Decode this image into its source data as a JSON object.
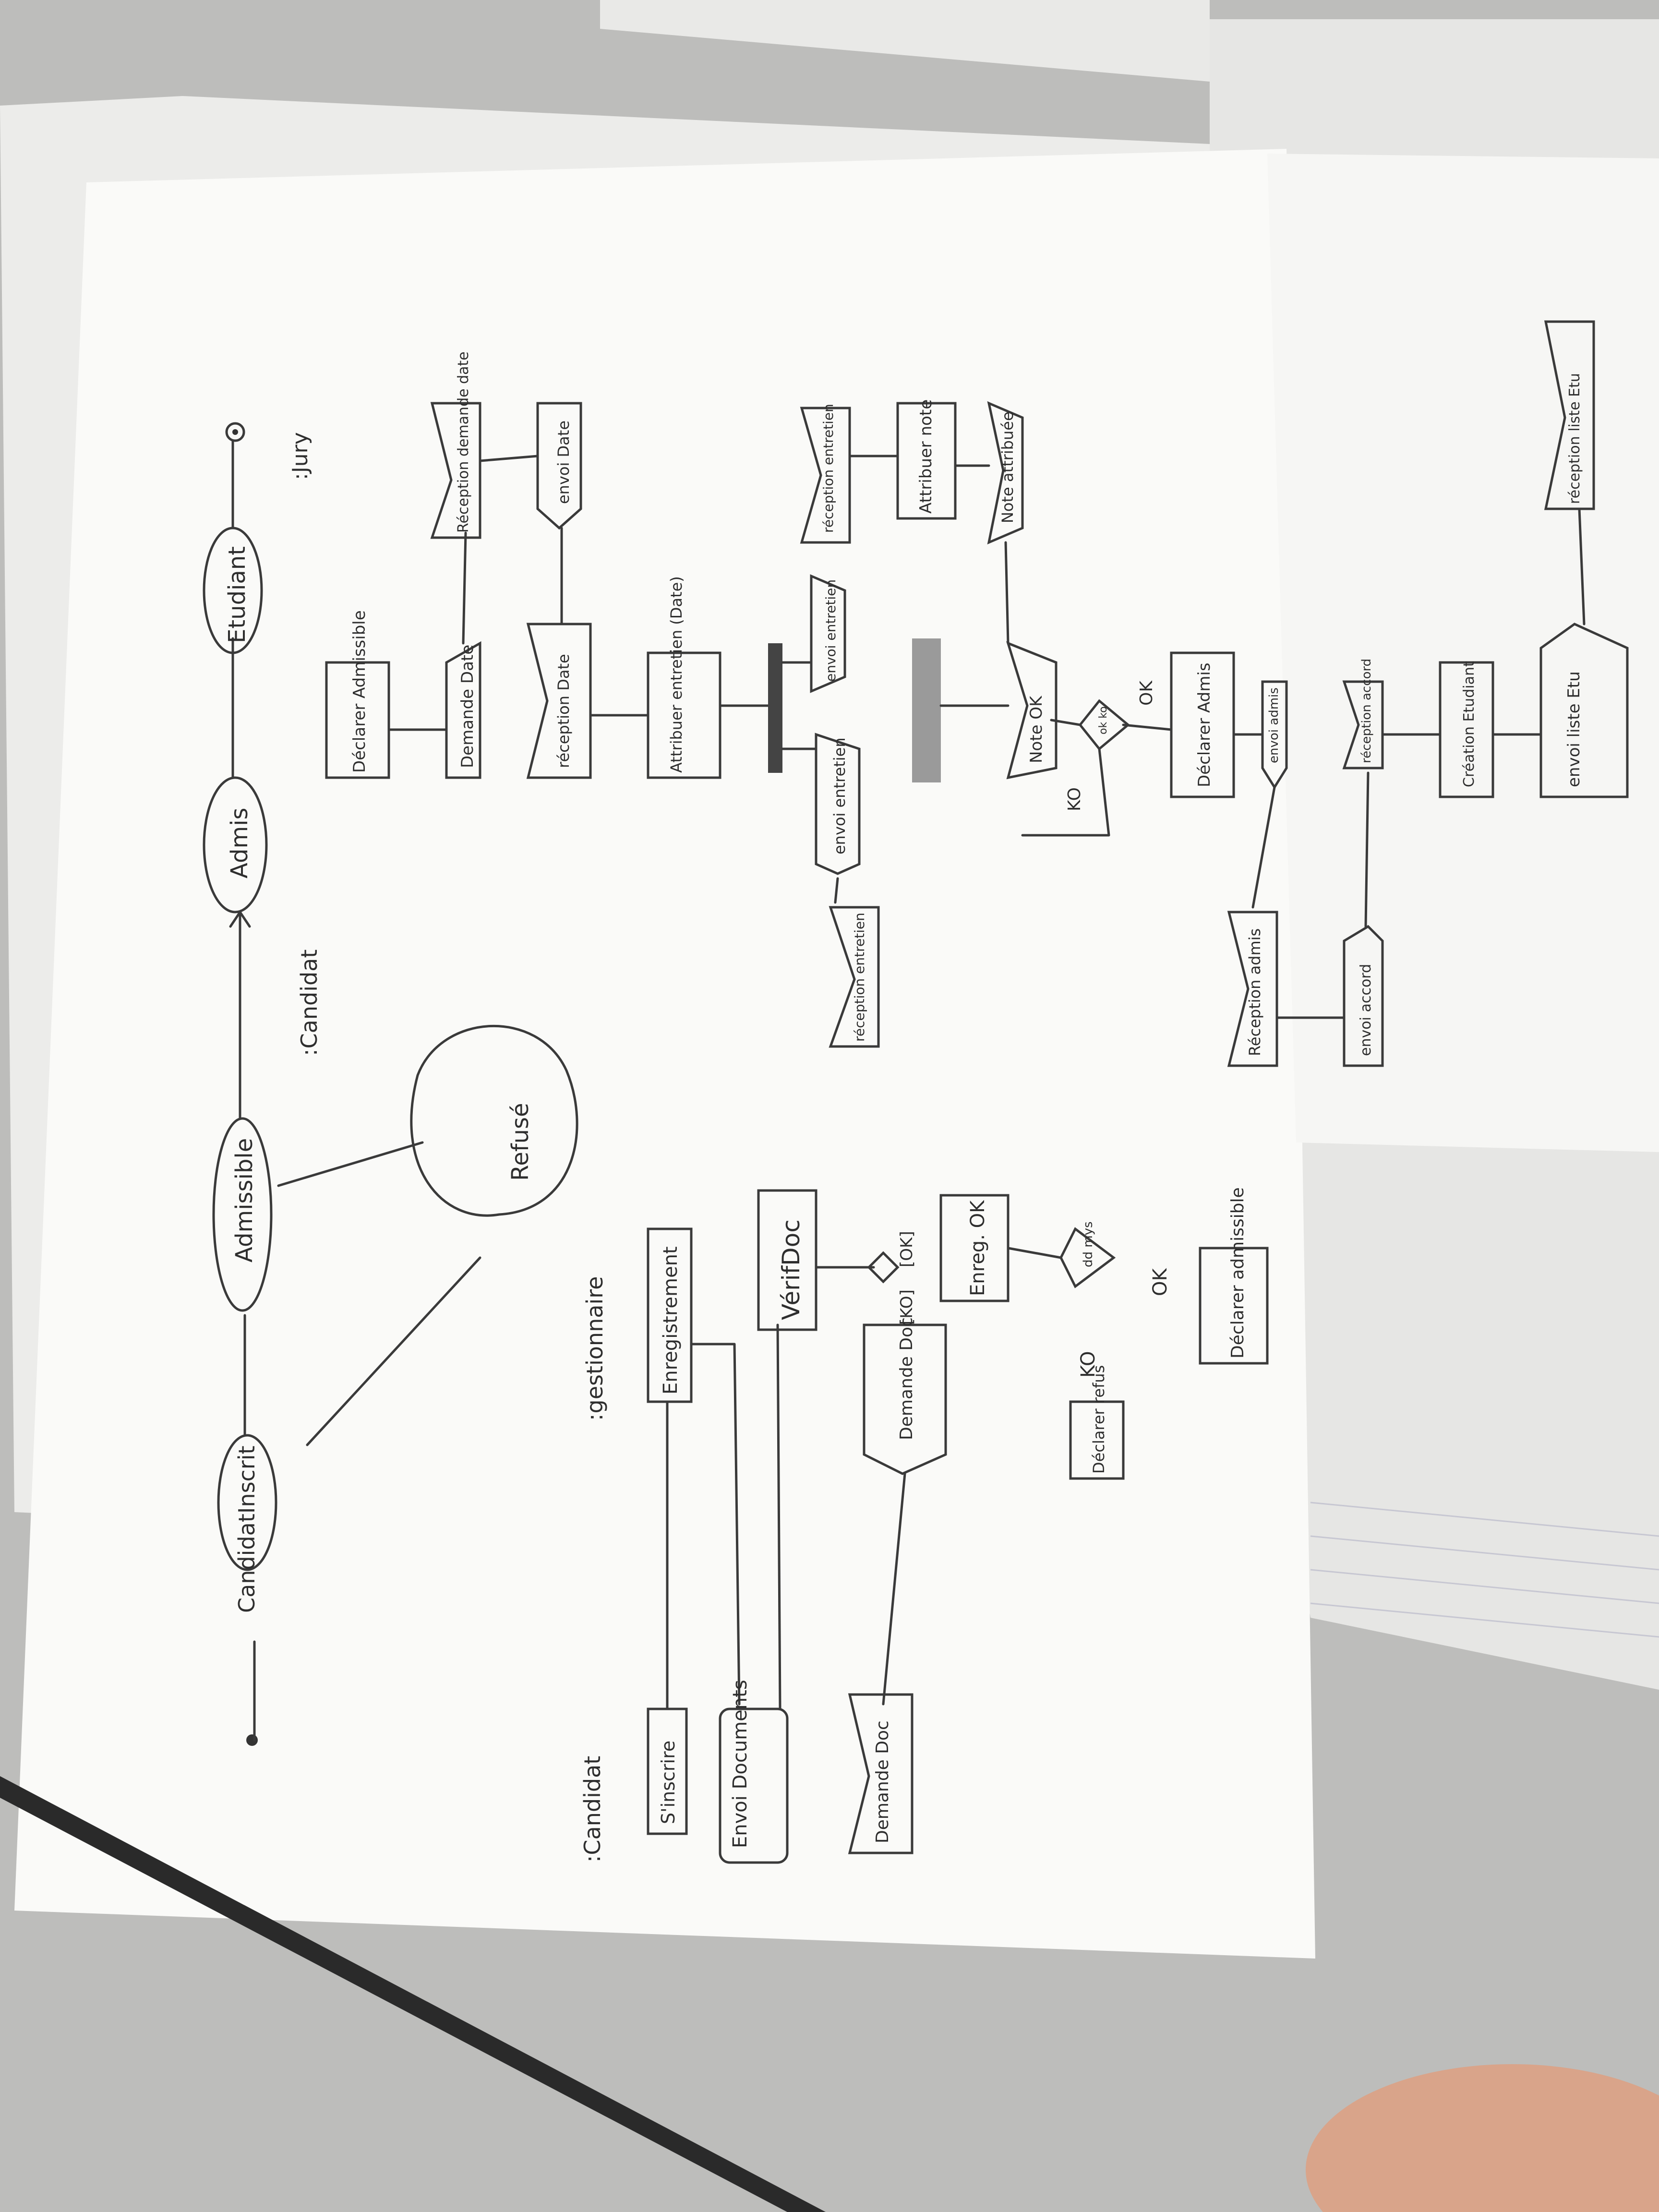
{
  "state_diagram": {
    "object_label": ":Candidat",
    "states": [
      "CandidatInscrit",
      "Admissible",
      "Admis",
      "Etudiant",
      "Refusé"
    ],
    "jury_label": ":Jury"
  },
  "lanes": {
    "candidat": ":Candidat",
    "gestionnaire": ":gestionnaire"
  },
  "candidat_actions": {
    "inscrire": "S'inscrire",
    "envoi_documents": "Envoi Documents",
    "demande_doc": "Demande Doc"
  },
  "gestionnaire_actions": {
    "enregistrement": "Enregistrement",
    "verif_doc": "VérifDoc",
    "guard_ko": "[KO]",
    "guard_ok": "[OK]",
    "demande_doc": "Demande Doc",
    "enreg_ok": "Enreg. OK",
    "decision_note": "dd mys",
    "ko_label": "KO",
    "ok_label": "OK",
    "declarer_refus": "Déclarer refus",
    "declarer_admissible": "Déclarer admissible"
  },
  "jury_actions": {
    "declarer_admissible": "Déclarer Admissible",
    "demande_date": "Demande Date",
    "reception_demande_date": "Réception demande date",
    "envoi_date": "envoi Date",
    "reception_date": "réception Date",
    "attribuer_entretien": "Attribuer entretien (Date)",
    "envoi_entretien_1": "envoi entretien",
    "envoi_entretien_2": "envoi entretien",
    "reception_entretien_1": "réception entretien",
    "reception_entretien_2": "réception entretien",
    "attribuer_note": "Attribuer note",
    "note_attribuee": "Note attribuée",
    "note_ok": "Note OK",
    "decision_label": "ok ko",
    "ko_label": "KO",
    "ok_label": "OK",
    "declarer_admis": "Déclarer Admis",
    "envoi_admis": "envoi admis",
    "reception_admis": "Réception admis",
    "envoi_accord": "envoi accord",
    "reception_accord": "réception accord",
    "creation_etudiant": "Création Etudiant",
    "envoi_liste_etu": "envoi liste Etu",
    "reception_liste_etu": "réception liste Etu"
  }
}
